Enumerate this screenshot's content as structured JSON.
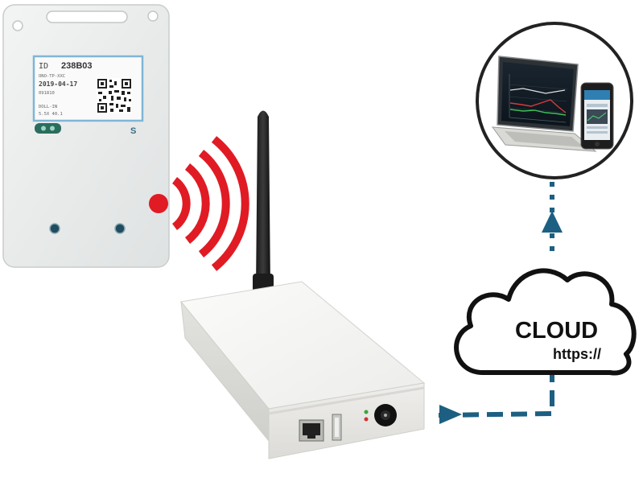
{
  "sensor": {
    "id_label": "ID",
    "id_value": "238B03",
    "line1": "ONO-TP-XXC",
    "date": "2019-04-17",
    "line3": "091810",
    "line4": "DOLL-IN",
    "line5": "5.5X 40.1",
    "logo": "S"
  },
  "cloud": {
    "label": "CLOUD",
    "protocol": "https://"
  },
  "colors": {
    "signal_waves": "#e01b24",
    "arrows": "#1d5f82",
    "sensor_frame": "#7fb6d6"
  }
}
